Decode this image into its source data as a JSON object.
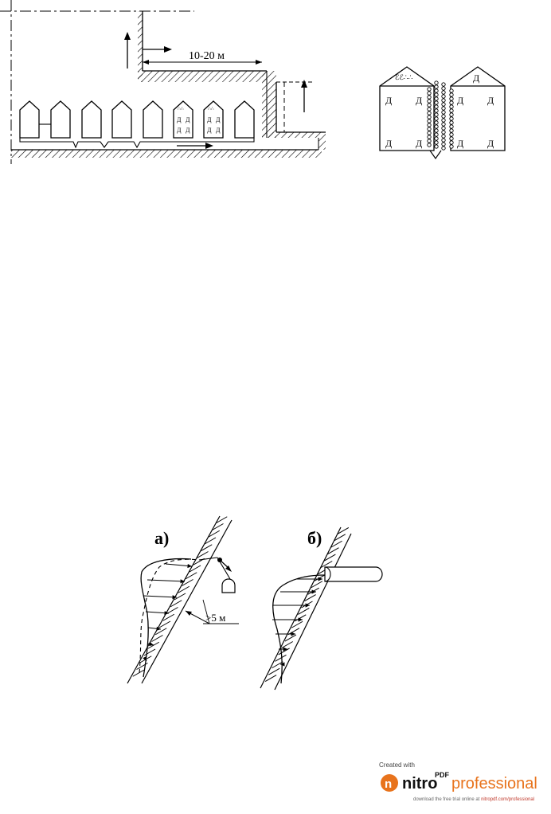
{
  "fig1": {
    "distance_label": "10-20 м"
  },
  "fig2": {
    "label_a": "а)",
    "label_b": "б)",
    "distance_label": ">5 м"
  },
  "watermark": {
    "created_with": "Created with",
    "brand": "nitro",
    "brand_sup": "PDF",
    "product": "professional",
    "tagline_prefix": "download the free trial online at ",
    "tagline_link": "nitropdf.com/professional"
  },
  "colors": {
    "ink": "#000000",
    "brand_orange": "#e8731c",
    "link_red": "#c0392b"
  }
}
